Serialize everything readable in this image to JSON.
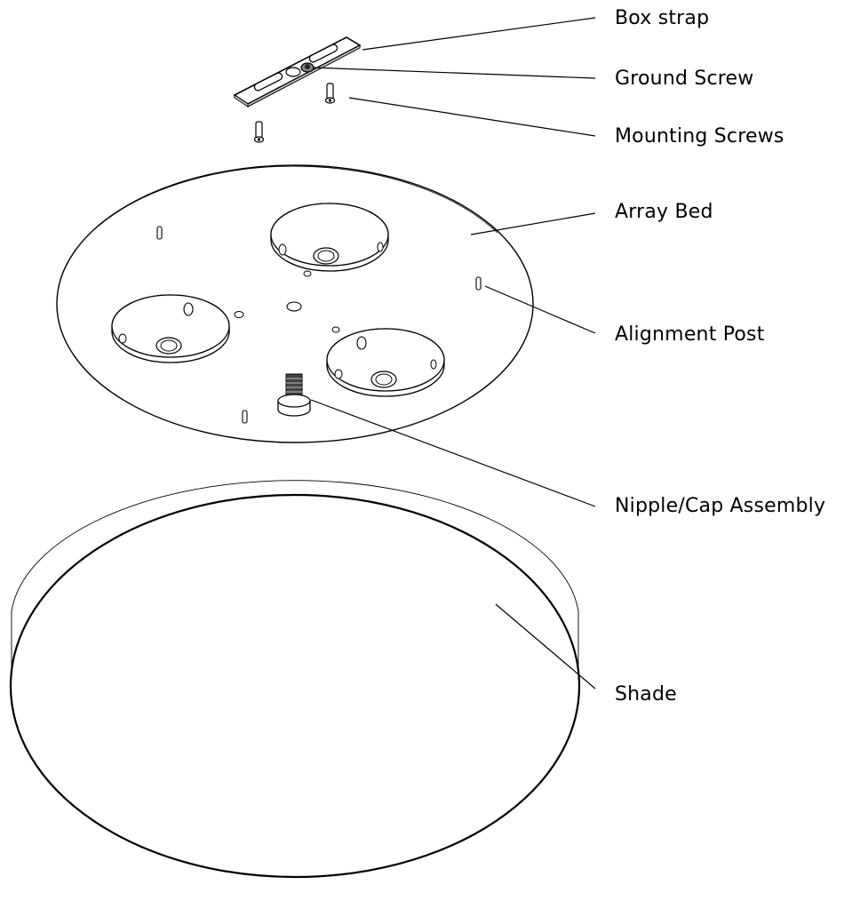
{
  "labels": {
    "box_strap": "Box strap",
    "ground_screw": "Ground Screw",
    "mounting_screws": "Mounting Screws",
    "array_bed": "Array Bed",
    "alignment_post": "Alignment Post",
    "nipple_cap_assembly": "Nipple/Cap Assembly",
    "shade": "Shade"
  },
  "colors": {
    "line": "#000000",
    "background": "#ffffff"
  }
}
